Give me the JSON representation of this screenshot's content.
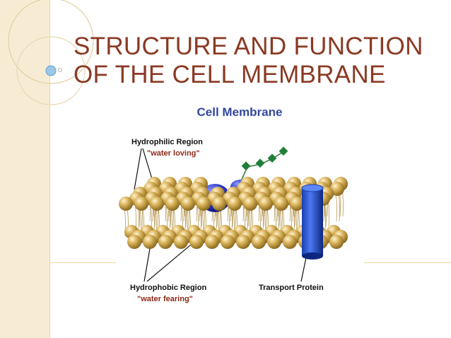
{
  "slide": {
    "title_line1": "STRUCTURE AND FUNCTION",
    "title_line2": "OF THE CELL MEMBRANE"
  },
  "diagram": {
    "heading": "Cell Membrane",
    "hydrophilic_label": "Hydrophilic Region",
    "hydrophilic_sublabel": "\"water loving\"",
    "hydrophobic_label": "Hydrophobic Region",
    "hydrophobic_sublabel": "\"water fearing\"",
    "transport_label": "Transport Protein"
  },
  "colors": {
    "title": "#8a3a24",
    "heading": "#2a3f8f",
    "sublabel": "#8b2a1a",
    "band": "#f7ecd3"
  }
}
